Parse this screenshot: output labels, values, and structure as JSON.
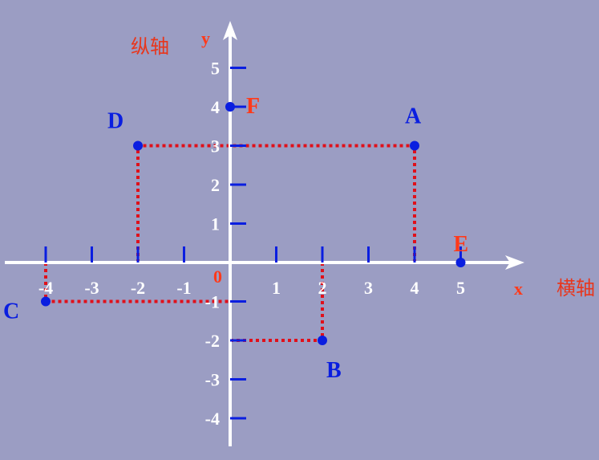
{
  "colors": {
    "background": "#9b9dc3",
    "axis": "#ffffff",
    "tick": "#0a1ee0",
    "point": "#0a1ee0",
    "guide": "#e0101a",
    "red_text": "#ff3a1a"
  },
  "axes": {
    "x_label": "x",
    "y_label": "y",
    "x_name": "横轴",
    "y_name": "纵轴",
    "origin_label": "0",
    "x_ticks": [
      -4,
      -3,
      -2,
      -1,
      1,
      2,
      3,
      4,
      5
    ],
    "y_ticks": [
      -4,
      -3,
      -2,
      -1,
      1,
      2,
      3,
      4,
      5
    ]
  },
  "points": [
    {
      "label": "A",
      "x": 4,
      "y": 3,
      "label_color": "blue"
    },
    {
      "label": "B",
      "x": 2,
      "y": -2,
      "label_color": "blue"
    },
    {
      "label": "C",
      "x": -4,
      "y": -1,
      "label_color": "blue"
    },
    {
      "label": "D",
      "x": -2,
      "y": 3,
      "label_color": "blue"
    },
    {
      "label": "E",
      "x": 5,
      "y": 0,
      "label_color": "red"
    },
    {
      "label": "F",
      "x": 0,
      "y": 4,
      "label_color": "red"
    }
  ]
}
